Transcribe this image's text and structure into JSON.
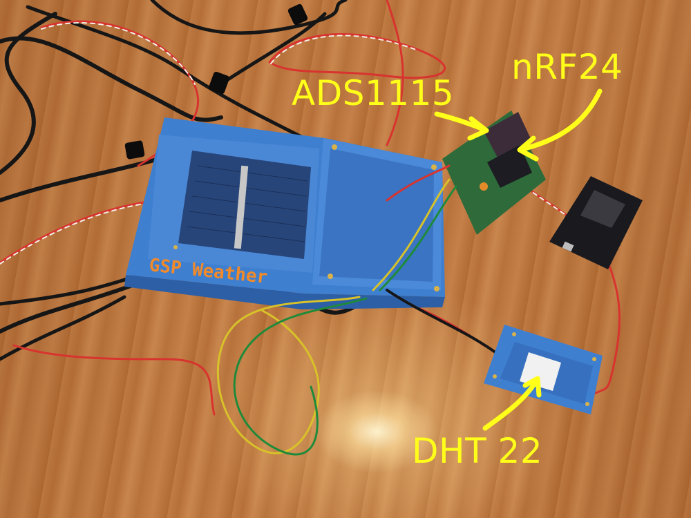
{
  "photo": {
    "annotations": {
      "nrf24": "nRF24",
      "ads1115": "ADS1115",
      "dht22": "DHT 22"
    },
    "enclosure_text": "GSP Weather",
    "colors": {
      "annotation": "#ffff1a",
      "enclosure_blue": "#3f7fd0",
      "enclosure_text": "#f08a2a",
      "pcb_green": "#2f6b3a",
      "floor_wood": "#b8743c"
    },
    "icons": [
      "arrow-icon"
    ]
  }
}
